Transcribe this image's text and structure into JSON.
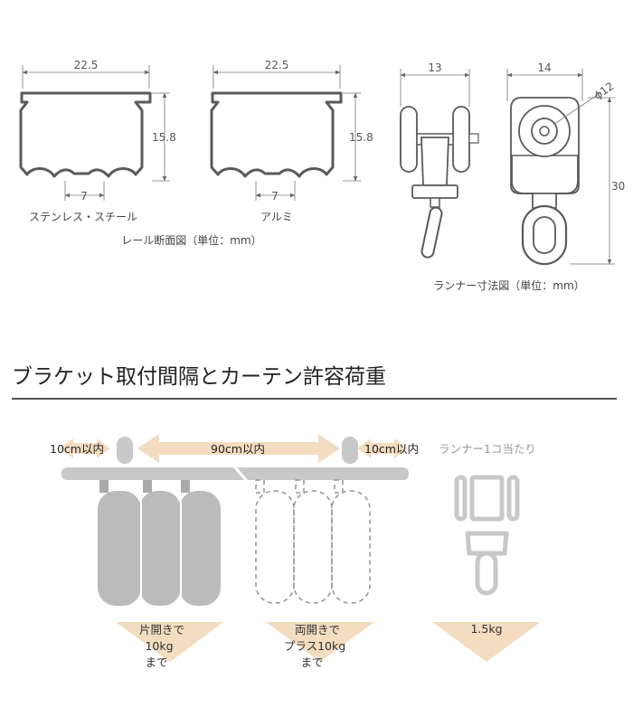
{
  "rail_section": {
    "stainless": {
      "width": "22.5",
      "height": "15.8",
      "gap": "7",
      "name": "ステンレス・スチール"
    },
    "aluminum": {
      "width": "22.5",
      "height": "15.8",
      "gap": "7",
      "name": "アルミ"
    },
    "caption": "レール断面図（単位：mm）"
  },
  "runner": {
    "side_width": "13",
    "front_width": "14",
    "height": "30",
    "wheel_diameter": "ϕ12",
    "caption": "ランナー寸法図（単位：mm）"
  },
  "section_title": "ブラケット取付間隔とカーテン許容荷重",
  "bracket": {
    "edge_left": "10cm以内",
    "span": "90cm以内",
    "edge_right": "10cm以内",
    "per_runner_label": "ランナー1コ当たり"
  },
  "loads": {
    "single": [
      "片開きで",
      "10kg",
      "まで"
    ],
    "double": [
      "両開きで",
      "プラス10kg",
      "まで"
    ],
    "runner": "1.5kg"
  },
  "colors": {
    "arrow": "#f3dcc0",
    "rail": "#c8c8c8",
    "curtain": "#bbbbbb",
    "line": "#5a5a5a"
  }
}
